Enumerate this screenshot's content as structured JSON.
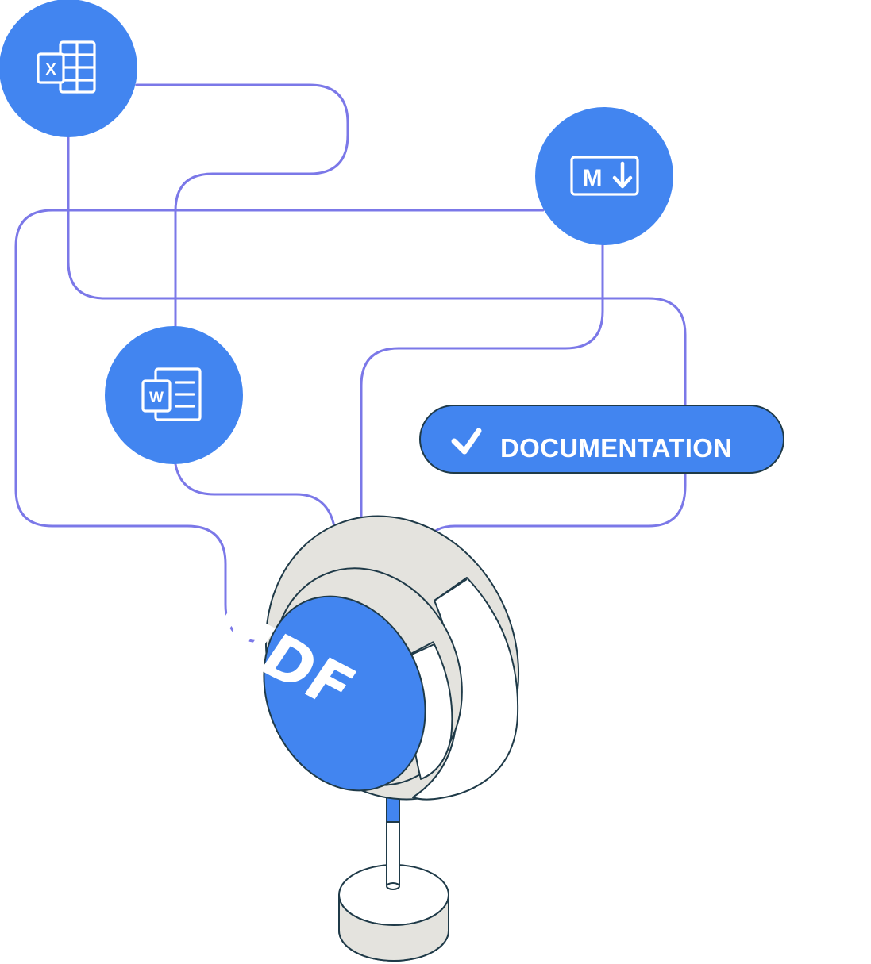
{
  "colors": {
    "primary_blue": "#4285f0",
    "wire_violet": "#7b78e8",
    "outline_dark": "#1f3a48",
    "device_gray": "#e4e3de",
    "text_white": "#ffffff"
  },
  "nodes": {
    "excel": {
      "icon": "excel-file-icon",
      "letter": "X"
    },
    "markdown": {
      "icon": "markdown-icon",
      "letter": "M"
    },
    "word": {
      "icon": "word-file-icon",
      "letter": "W"
    }
  },
  "badge": {
    "icon": "checkmark-icon",
    "label": "DOCUMENTATION"
  },
  "hub": {
    "label": "MDF"
  }
}
